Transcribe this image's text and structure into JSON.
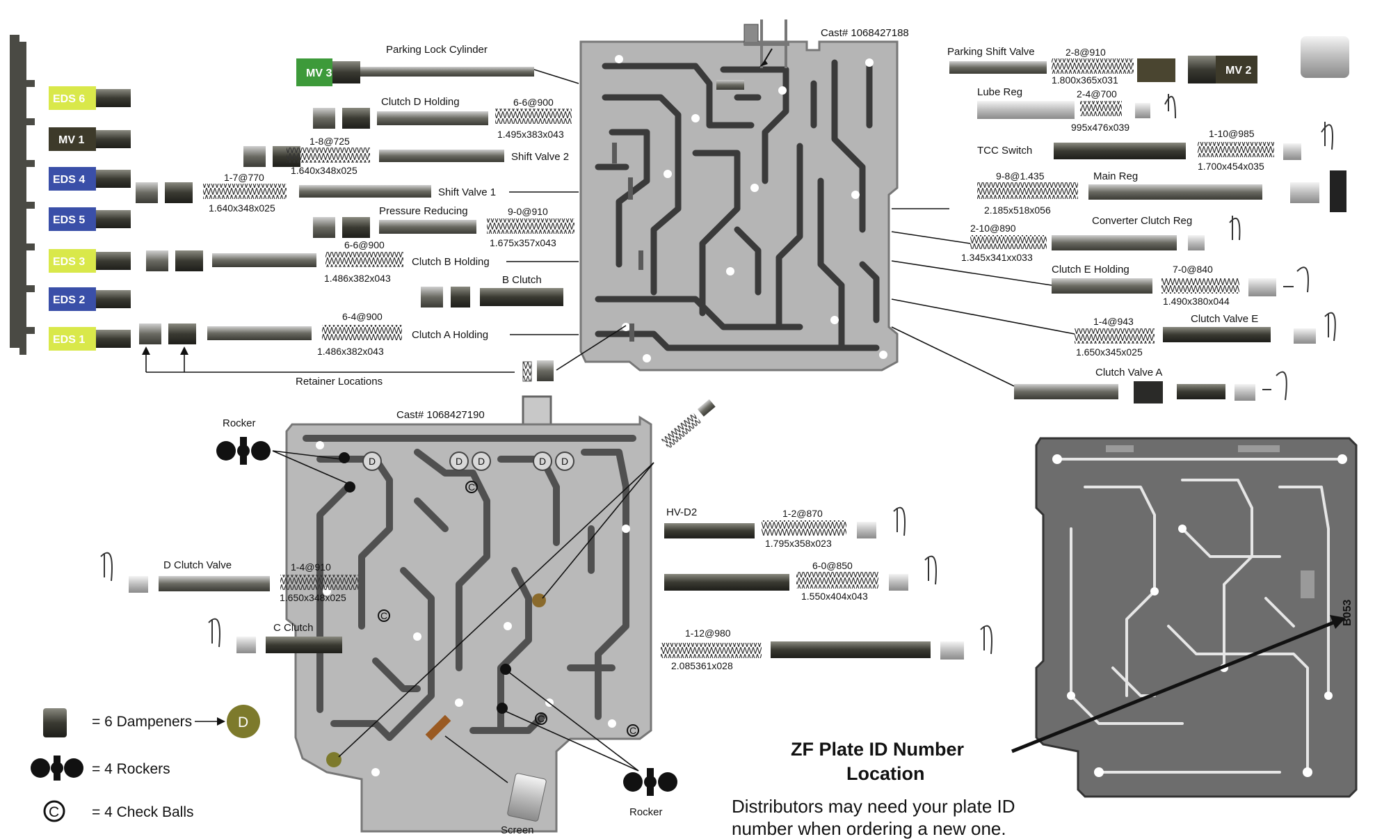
{
  "upper_body": {
    "cast": "Cast# 1068427188",
    "retainer_label": "Retainer Locations",
    "solenoids": [
      "EDS 6",
      "MV 1",
      "EDS 4",
      "EDS 5",
      "EDS 3",
      "EDS 2",
      "EDS 1"
    ],
    "mv3": "MV 3",
    "mv2": "MV 2",
    "left_parts": [
      {
        "name": "Parking Lock Cylinder"
      },
      {
        "name": "Clutch D Holding",
        "spring": "6-6@900",
        "dims": "1.495x383x043"
      },
      {
        "name": "Shift Valve 2",
        "spring": "1-8@725",
        "dims": "1.640x348x025"
      },
      {
        "name": "Shift Valve 1",
        "spring": "1-7@770",
        "dims": "1.640x348x025"
      },
      {
        "name": "Pressure Reducing",
        "spring": "9-0@910",
        "dims": "1.675x357x043"
      },
      {
        "name": "Clutch B Holding",
        "spring": "6-6@900",
        "dims": "1.486x382x043"
      },
      {
        "name": "B Clutch"
      },
      {
        "name": "Clutch A Holding",
        "spring": "6-4@900",
        "dims": "1.486x382x043"
      }
    ],
    "right_parts": [
      {
        "name": "Parking Shift Valve",
        "spring": "2-8@910",
        "dims": "1.800x365x031"
      },
      {
        "name": "Lube Reg",
        "spring": "2-4@700",
        "dims": "995x476x039"
      },
      {
        "name": "TCC Switch",
        "spring": "1-10@985",
        "dims": "1.700x454x035"
      },
      {
        "name": "Main Reg",
        "spring": "9-8@1.435",
        "dims": "2.185x518x056"
      },
      {
        "name": "Converter Clutch Reg",
        "spring": "2-10@890",
        "dims": "1.345x341xx033"
      },
      {
        "name": "Clutch E Holding",
        "spring": "7-0@840",
        "dims": "1.490x380x044"
      },
      {
        "name": "Clutch Valve E",
        "spring": "1-4@943",
        "dims": "1.650x345x025"
      },
      {
        "name": "Clutch Valve A"
      }
    ]
  },
  "lower_body": {
    "cast": "Cast# 1068427190",
    "rocker_label": "Rocker",
    "screen_label": "Screen",
    "check_mark": "C",
    "damp_mark": "D",
    "left_parts": [
      {
        "name": "D Clutch Valve",
        "spring": "1-4@910",
        "dims": "1.650x348x025"
      },
      {
        "name": "C Clutch"
      }
    ],
    "right_parts": [
      {
        "name": "HV-D2",
        "spring": "1-2@870",
        "dims": "1.795x358x023"
      },
      {
        "name": "",
        "spring": "6-0@850",
        "dims": "1.550x404x043"
      },
      {
        "name": "",
        "spring": "1-12@980",
        "dims": "2.085361x028"
      }
    ]
  },
  "legend": {
    "dampeners": "= 6 Dampeners",
    "rockers": "= 4 Rockers",
    "checkballs": "= 4 Check Balls",
    "d_symbol": "D",
    "c_symbol": "C"
  },
  "plate": {
    "id_number": "B053",
    "title_line1": "ZF Plate ID Number",
    "title_line2": "Location",
    "note_line1": "Distributors may need your plate ID",
    "note_line2": "number when ordering a new one."
  },
  "colors": {
    "eds_yellow": "#d9e84a",
    "eds_blue": "#3a4fa8",
    "mv_green": "#3d9a3a",
    "mv_dark": "#3d3a2a",
    "damp_olive": "#7d7a2c",
    "body_gray": "#b9b9b9",
    "plate_gray": "#6d6d6d"
  }
}
